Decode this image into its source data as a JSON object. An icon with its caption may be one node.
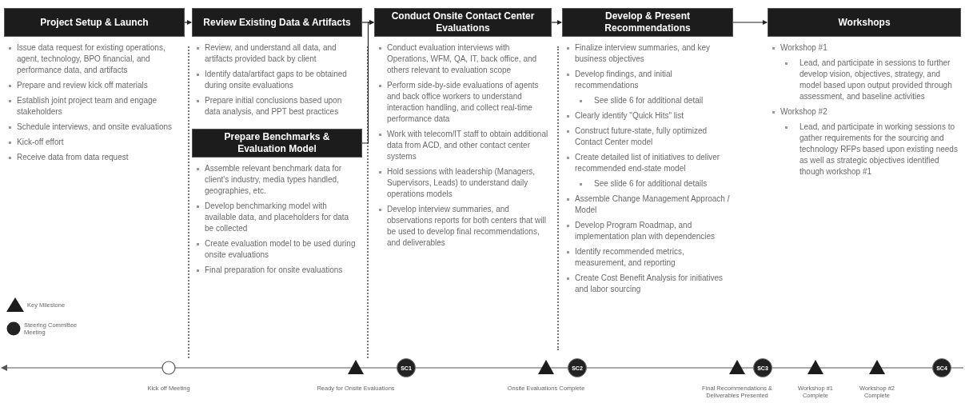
{
  "diagram": {
    "nodes": [
      {
        "text": [
          "Project Setup & Launch"
        ],
        "beside": [
          "Issue data request for existing operations, agent, technology, BPO financial, and performance data, and artifacts",
          "Prepare and review kick off materials",
          "Establish joint project team and engage stakeholders",
          "Schedule interviews, and onsite evaluations",
          "Kick-off effort",
          "Receive data from data request"
        ]
      },
      {
        "text": [
          "Review Existing Data & Artifacts"
        ],
        "beside": [
          "Review, and understand all data, and artifacts provided back by client",
          "Identify data/artifact gaps to be obtained during onsite evaluations",
          "Prepare initial conclusions based upon data analysis, and PPT best practices"
        ]
      },
      {
        "text": [
          "Prepare Benchmarks & Evaluation Model"
        ],
        "beside": [
          "Assemble relevant benchmark data for client's industry, media types handled, geographies, etc.",
          "Develop benchmarking model with available data, and placeholders for data be collected",
          "Create evaluation model to be used during onsite evaluations",
          "Final preparation for onsite evaluations"
        ]
      },
      {
        "text": [
          "Conduct Onsite Contact Center Evaluations"
        ],
        "beside": [
          "Conduct evaluation interviews with Operations, WFM, QA, IT, back office, and others relevant to evaluation scope",
          "Perform side-by-side evaluations of agents and back office workers to understand interaction handling, and collect real-time performance data",
          "Work with telecom/IT staff to obtain additional data from ACD, and other contact center systems",
          "Hold sessions with leadership (Managers, Supervisors, Leads) to understand daily operations models",
          "Develop interview summaries, and observations reports for both centers that will be used to develop final recommendations, and deliverables"
        ]
      },
      {
        "text": [
          "Develop & Present Recommendations"
        ],
        "beside": [
          "Finalize interview summaries, and key business objectives",
          "Develop findings, and initial recommendations",
          "See slide 6 for additional detail",
          "Clearly identify \"Quick Hits\" list",
          "Construct future-state, fully optimized Contact Center model",
          "Create detailed list of initiatives to deliver recommended end-state model",
          "See slide 6 for additional details",
          "Assemble Change Management Approach / Model",
          "Develop Program Roadmap, and implementation plan with dependencies",
          "Identify recommended metrics, measurement, and reporting",
          "Create Cost Benefit Analysis for initiatives and labor sourcing"
        ]
      },
      {
        "text": [
          "Workshops"
        ],
        "beside": [
          "Workshop #1",
          "Lead, and participate in sessions to further develop vision, objectives, strategy, and model based upon output provided through assessment, and baseline activities",
          "Workshop #2",
          "Lead, and participate in working sessions to gather requirements for the sourcing and technology RFPs based upon existing needs as well as strategic objectives identified though workshop #1"
        ]
      },
      {
        "text": [
          "SC1"
        ]
      },
      {
        "text": [
          "SC2"
        ]
      },
      {
        "text": [
          "SC3"
        ]
      },
      {
        "text": [
          "SC4"
        ]
      }
    ],
    "edges": [
      {
        "from": 0,
        "to": 1,
        "arrow": "to"
      },
      {
        "from": 1,
        "to": 3,
        "arrow": "to"
      },
      {
        "from": 2,
        "to": 3,
        "arrow": "to"
      },
      {
        "from": 3,
        "to": 4,
        "arrow": "to"
      },
      {
        "from": 4,
        "to": 5,
        "arrow": "to"
      }
    ],
    "labels": [
      "Kick off Meeting",
      "Ready for Onsite Evaluations",
      "Onsite Evaluations Complete",
      "Final Recommendations & Deliverables Presented",
      "Workshop #1 Complete",
      "Workshop #2 Complete"
    ],
    "legend": [
      {
        "text": "Key Milestone"
      },
      {
        "text": "Steering Committee Meeting"
      }
    ]
  }
}
